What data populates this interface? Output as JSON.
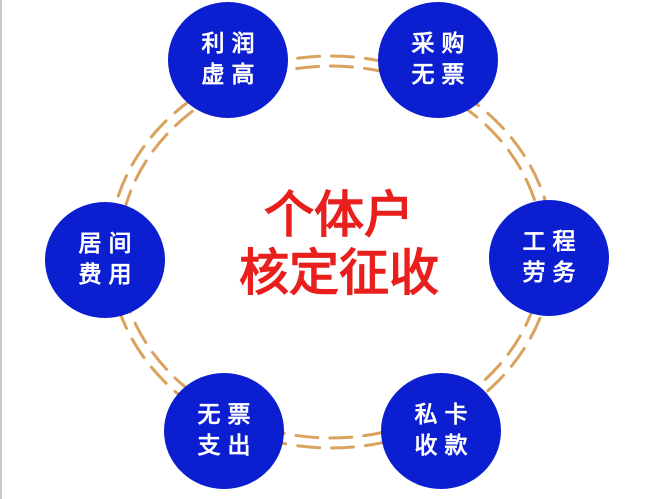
{
  "diagram": {
    "title_line1": "个体户",
    "title_line2": "核定征收",
    "colors": {
      "node_fill": "#0b1fd1",
      "node_text": "#ffffff",
      "title": "#e81f1c",
      "ring_dash": "#d9a25e",
      "background": "#ffffff"
    },
    "nodes": [
      {
        "position": "top-left",
        "line1": "利润",
        "line2": "虚高"
      },
      {
        "position": "top-right",
        "line1": "采购",
        "line2": "无票"
      },
      {
        "position": "left",
        "line1": "居间",
        "line2": "费用"
      },
      {
        "position": "right",
        "line1": "工程",
        "line2": "劳务"
      },
      {
        "position": "bottom-left",
        "line1": "无票",
        "line2": "支出"
      },
      {
        "position": "bottom-right",
        "line1": "私卡",
        "line2": "收款"
      }
    ]
  }
}
